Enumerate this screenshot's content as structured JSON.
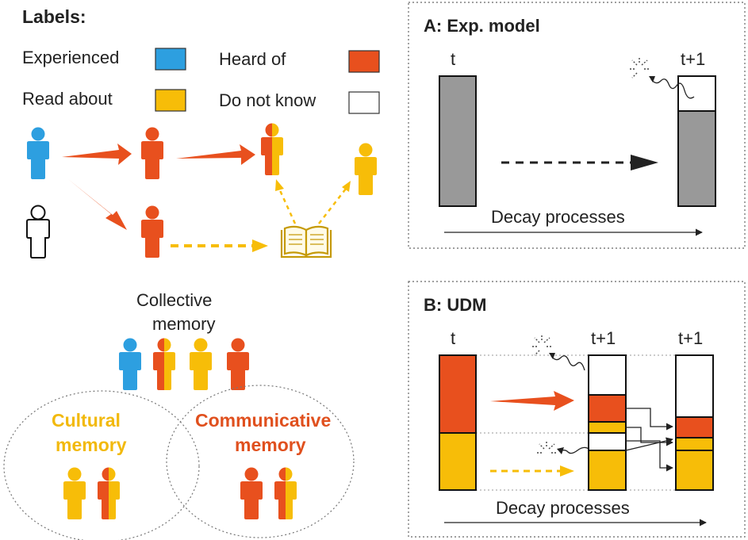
{
  "labels_section": {
    "title": "Labels:",
    "items": [
      {
        "text": "Experienced",
        "color": "#2d9fe0"
      },
      {
        "text": "Heard of",
        "color": "#e8501e"
      },
      {
        "text": "Read about",
        "color": "#f7bd08"
      },
      {
        "text": "Do not know",
        "color": "#ffffff"
      }
    ]
  },
  "memory_section": {
    "collective_line1": "Collective",
    "collective_line2": "memory",
    "cultural_line1": "Cultural",
    "cultural_line2": "memory",
    "communicative_line1": "Communicative",
    "communicative_line2": "memory"
  },
  "panel_a": {
    "title": "A: Exp. model",
    "t_label": "t",
    "t1_label": "t+1",
    "decay_label": "Decay processes"
  },
  "panel_b": {
    "title": "B: UDM",
    "t_label": "t",
    "t1_label_a": "t+1",
    "t1_label_b": "t+1",
    "decay_label": "Decay processes"
  },
  "colors": {
    "experienced": "#2d9fe0",
    "heard_of": "#e8501e",
    "read_about": "#f7bd08",
    "do_not_know": "#ffffff",
    "gray_bar": "#999999",
    "cultural_text": "#f2b90c",
    "communicative_text": "#e0501e"
  },
  "icons": [
    "person-icon",
    "book-icon",
    "spark-icon",
    "arrow-icon"
  ]
}
